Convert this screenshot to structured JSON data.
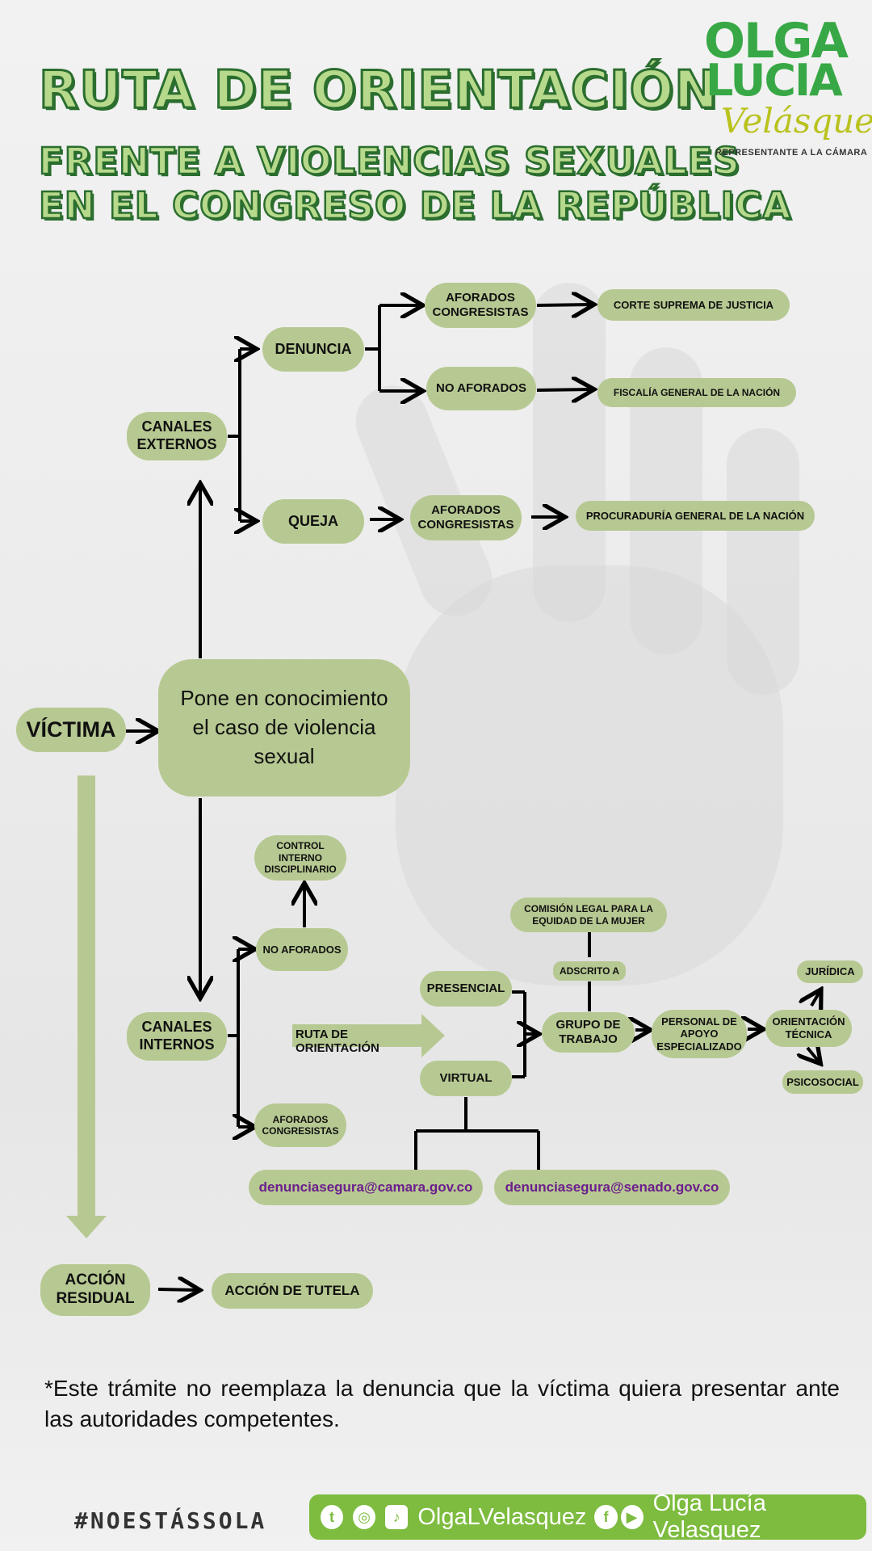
{
  "header": {
    "title_line1": "RUTA DE ORIENTACIÓN",
    "title_line2": "FRENTE A VIOLENCIAS SEXUALES",
    "title_line3": "EN EL CONGRESO DE LA REPÚBLICA"
  },
  "logo": {
    "line1": "OLGA",
    "line2": "LUCIA",
    "line3": "Velásquez",
    "tagline": "REPRESENTANTE A LA CÁMARA"
  },
  "diagram": {
    "victima": "VÍCTIMA",
    "conocimiento": "Pone en conocimiento el caso de violencia sexual",
    "canales_externos": "CANALES EXTERNOS",
    "denuncia": "DENUNCIA",
    "queja": "QUEJA",
    "aforados_1": "AFORADOS CONGRESISTAS",
    "no_aforados_1": "NO AFORADOS",
    "corte": "CORTE SUPREMA DE JUSTICIA",
    "fiscalia": "FISCALÍA GENERAL DE LA NACIÓN",
    "aforados_2": "AFORADOS CONGRESISTAS",
    "procuraduria": "PROCURADURÍA GENERAL DE LA NACIÓN",
    "canales_internos": "CANALES INTERNOS",
    "control_interno": "CONTROL INTERNO DISCIPLINARIO",
    "no_aforados_2": "NO AFORADOS",
    "aforados_3": "AFORADOS CONGRESISTAS",
    "ruta_orientacion": "RUTA DE ORIENTACIÓN",
    "presencial": "PRESENCIAL",
    "virtual": "VIRTUAL",
    "comision": "COMISIÓN LEGAL PARA LA EQUIDAD DE LA MUJER",
    "adscrito": "ADSCRITO A",
    "grupo": "GRUPO DE TRABAJO",
    "personal": "PERSONAL DE APOYO ESPECIALIZADO",
    "orientacion_tecnica": "ORIENTACIÓN TÉCNICA",
    "juridica": "JURÍDICA",
    "psicosocial": "PSICOSOCIAL",
    "email_camara": "denunciasegura@camara.gov.co",
    "email_senado": "denunciasegura@senado.gov.co",
    "accion_residual": "ACCIÓN RESIDUAL",
    "accion_tutela": "ACCIÓN DE TUTELA"
  },
  "footnote": "*Este trámite no reemplaza la denuncia que la víctima quiera presentar ante las autoridades competentes.",
  "footer": {
    "hashtag": "#NOESTÁSSOLA",
    "handle": "OlgaLVelasquez",
    "name": "Olga Lucía Velasquez"
  },
  "colors": {
    "node": "#b7c992",
    "title_fill": "#b7d98c",
    "title_outline": "#2b6e2f",
    "footer": "#7dbc3f",
    "email": "#6b1e8c"
  },
  "icons": [
    "twitter-icon",
    "instagram-icon",
    "tiktok-icon",
    "facebook-icon",
    "youtube-icon"
  ]
}
